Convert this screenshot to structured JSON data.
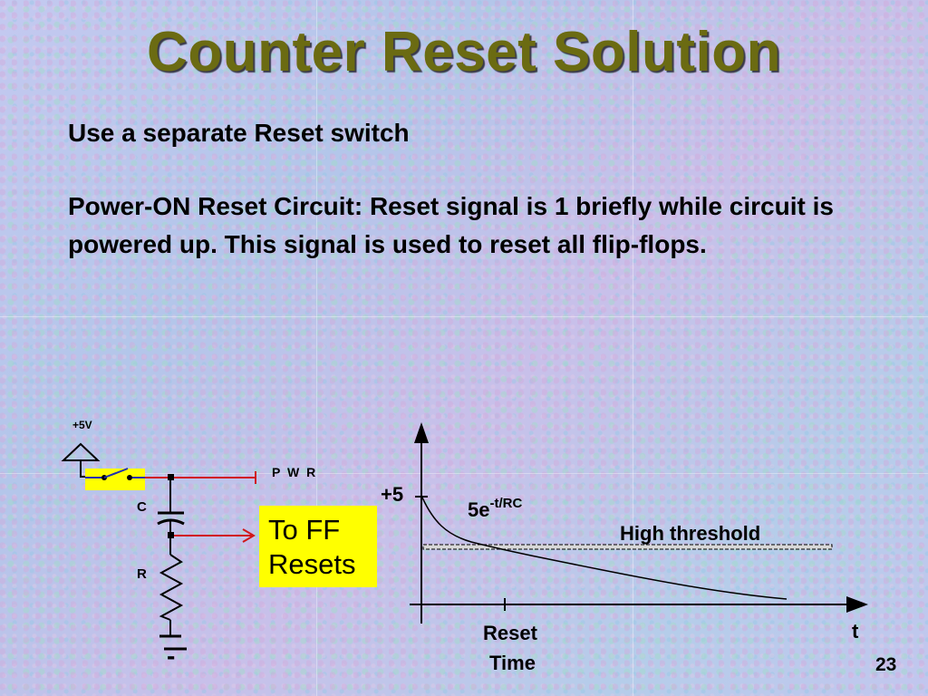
{
  "slide": {
    "title": "Counter Reset Solution",
    "paragraph1": "Use a separate Reset switch",
    "paragraph2": "Power-ON Reset Circuit: Reset signal is 1 briefly while circuit is powered up. This signal is used to reset all flip-flops.",
    "page_number": "23"
  },
  "circuit": {
    "supply_label": "+5V",
    "pwr_label": "P W R",
    "capacitor_label": "C",
    "resistor_label": "R",
    "ground_label": "-",
    "ff_label_line1": "To FF",
    "ff_label_line2": "Resets"
  },
  "graph": {
    "y_marker": "+5",
    "curve_label_base": "5e",
    "curve_label_exp": "-t/RC",
    "threshold_label": "High threshold",
    "x_marker_line1": "Reset",
    "x_marker_line2": "Time",
    "x_axis_label": "t"
  },
  "colors": {
    "title": "#6b6b12",
    "wire_red": "#d01818",
    "highlight_yellow": "#ffff00"
  }
}
